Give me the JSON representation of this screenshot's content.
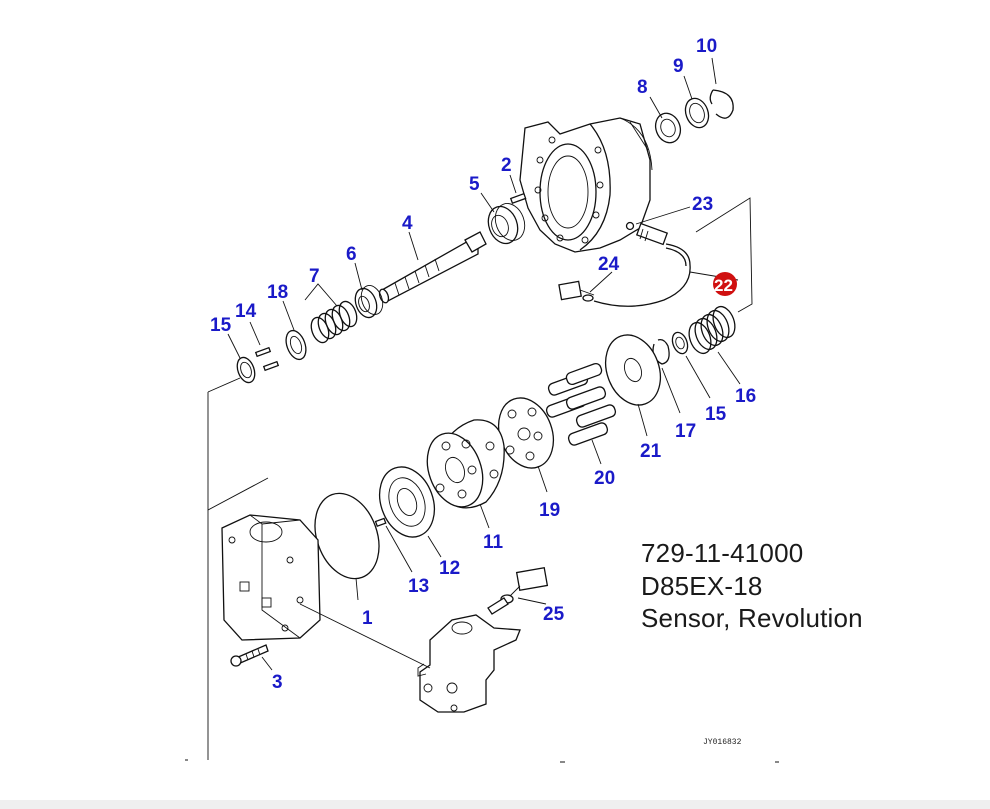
{
  "callouts": [
    {
      "label": "1"
    },
    {
      "label": "2"
    },
    {
      "label": "3"
    },
    {
      "label": "4"
    },
    {
      "label": "5"
    },
    {
      "label": "6"
    },
    {
      "label": "7"
    },
    {
      "label": "8"
    },
    {
      "label": "9"
    },
    {
      "label": "10"
    },
    {
      "label": "11"
    },
    {
      "label": "12"
    },
    {
      "label": "13"
    },
    {
      "label": "14"
    },
    {
      "label": "15"
    },
    {
      "label": "15"
    },
    {
      "label": "16"
    },
    {
      "label": "17"
    },
    {
      "label": "18"
    },
    {
      "label": "19"
    },
    {
      "label": "20"
    },
    {
      "label": "21"
    },
    {
      "label": "22",
      "highlighted": true
    },
    {
      "label": "23"
    },
    {
      "label": "24"
    },
    {
      "label": "25"
    }
  ],
  "info": {
    "part_number": "729-11-41000",
    "model": "D85EX-18",
    "description": "Sensor, Revolution"
  },
  "drawing_code": "JY016832",
  "colors": {
    "callout": "#1a1ac8",
    "highlight": "#d01010",
    "line": "#111111"
  }
}
